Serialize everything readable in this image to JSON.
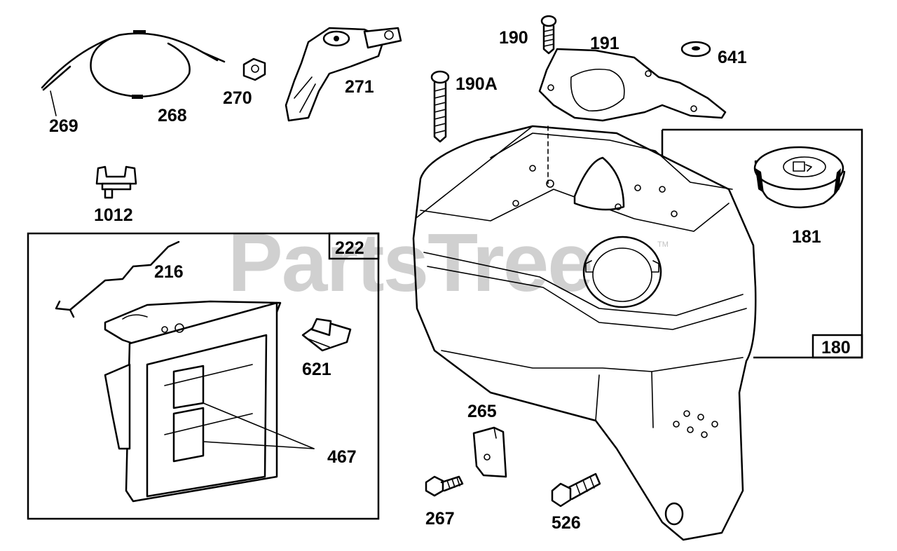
{
  "watermark": {
    "text": "PartsTree",
    "trademark": "TM"
  },
  "labels": {
    "p269": "269",
    "p268": "268",
    "p270": "270",
    "p271": "271",
    "p190": "190",
    "p190A": "190A",
    "p191": "191",
    "p641": "641",
    "p1012": "1012",
    "p222": "222",
    "p216": "216",
    "p621": "621",
    "p467": "467",
    "p181": "181",
    "p180": "180",
    "p265": "265",
    "p267": "267",
    "p526": "526"
  }
}
